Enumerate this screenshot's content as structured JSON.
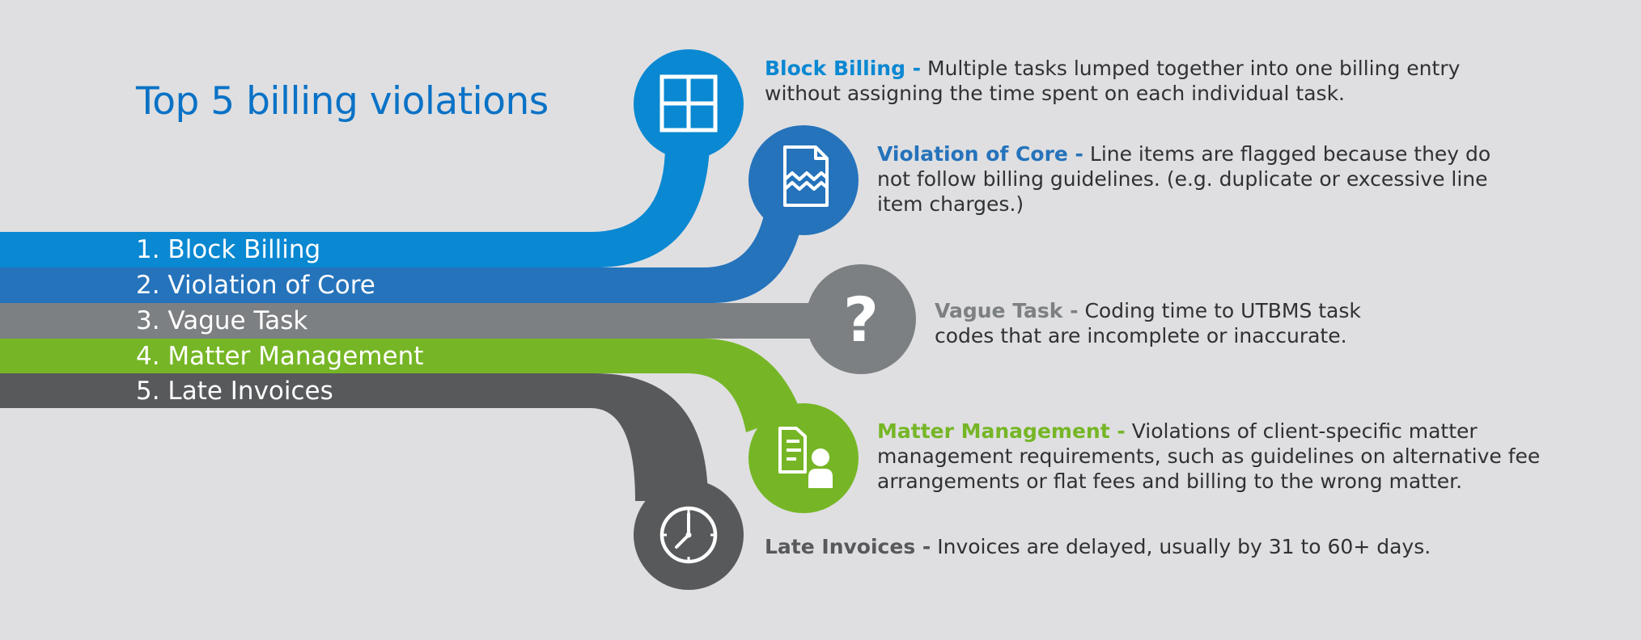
{
  "title": "Top 5 billing violations",
  "colors": {
    "background": "#dfdfe1",
    "title": "#0a72c6"
  },
  "violations": [
    {
      "label": "1.  Block Billing",
      "heading": "Block Billing -",
      "text": "Multiple tasks lumped together into one billing entry without assigning the time spent on each individual task.",
      "color": "#0a88d2",
      "icon": "window-grid-icon"
    },
    {
      "label": "2.  Violation of Core",
      "heading": "Violation of Core -",
      "text": "Line items are flagged because they do not follow billing guidelines. (e.g. duplicate or excessive line item charges.)",
      "color": "#2573bb",
      "icon": "torn-document-icon"
    },
    {
      "label": "3.  Vague Task",
      "heading": "Vague Task -",
      "text": "Coding time to UTBMS task codes that are incomplete or inaccurate.",
      "color": "#7d8083",
      "icon": "question-mark-icon"
    },
    {
      "label": "4.  Matter Management",
      "heading": "Matter Management -",
      "text": "Violations of client-specific matter management requirements, such as guidelines on alternative fee arrangements or flat fees and billing to the wrong matter.",
      "color": "#76b626",
      "icon": "document-person-icon"
    },
    {
      "label": "5.  Late Invoices",
      "heading": "Late Invoices -",
      "text": "Invoices are delayed, usually by 31 to 60+ days.",
      "color": "#58595b",
      "icon": "clock-icon"
    }
  ]
}
